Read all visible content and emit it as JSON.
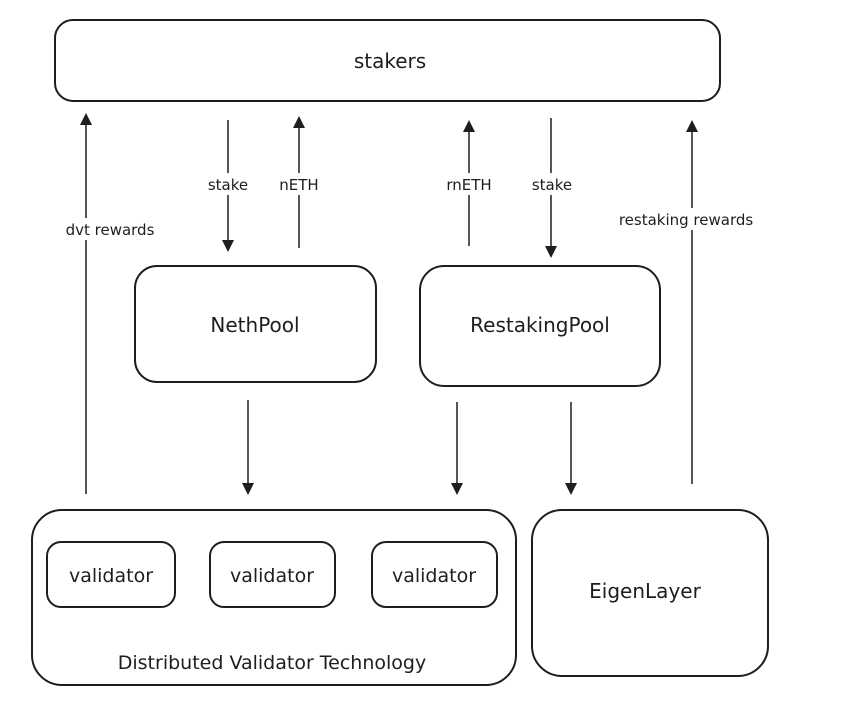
{
  "diagram": {
    "nodes": {
      "stakers": "stakers",
      "neth_pool": "NethPool",
      "restaking_pool": "RestakingPool",
      "validator_1": "validator",
      "validator_2": "validator",
      "validator_3": "validator",
      "dvt": "Distributed Validator Technology",
      "eigenlayer": "EigenLayer"
    },
    "edges": {
      "stake_to_neth": "stake",
      "neth_to_stakers": "nETH",
      "rneth_to_stakers": "rnETH",
      "stake_to_restaking": "stake",
      "dvt_rewards": "dvt rewards",
      "restaking_rewards": "restaking rewards"
    }
  }
}
